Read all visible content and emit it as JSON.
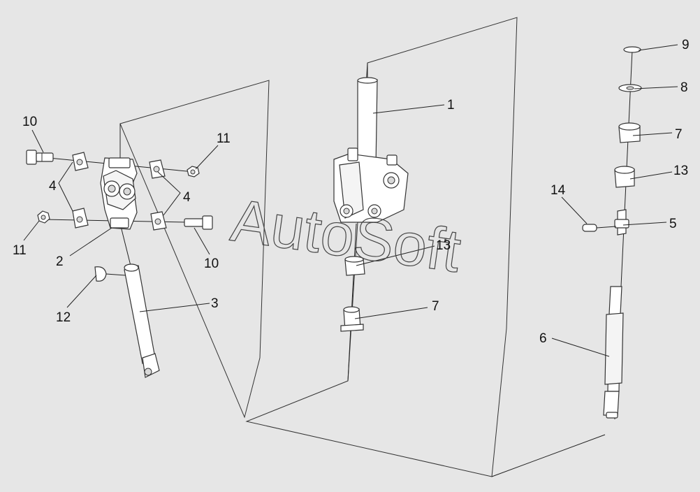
{
  "watermark": "AutoSoft",
  "labels": {
    "l1": "1",
    "l2": "2",
    "l3": "3",
    "l4a": "4",
    "l4b": "4",
    "l5": "5",
    "l6": "6",
    "l7a": "7",
    "l7b": "7",
    "l8": "8",
    "l9": "9",
    "l10a": "10",
    "l10b": "10",
    "l11a": "11",
    "l11b": "11",
    "l12": "12",
    "l13a": "13",
    "l13b": "13",
    "l14": "14"
  }
}
